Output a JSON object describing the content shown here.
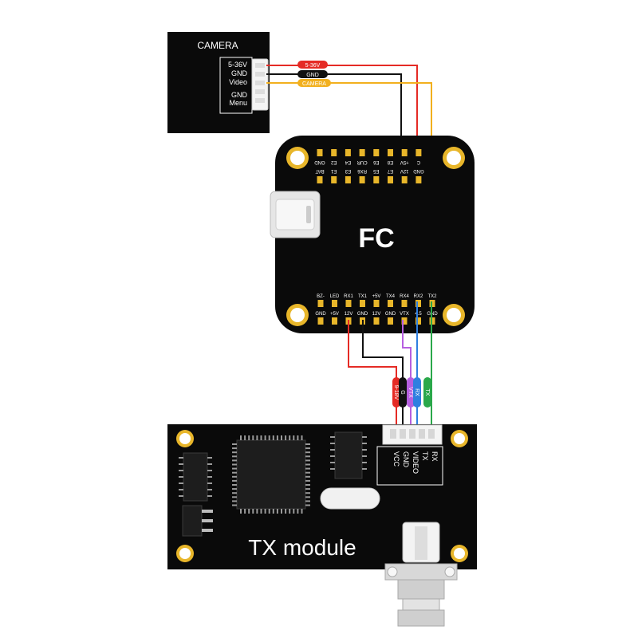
{
  "camera": {
    "title": "CAMERA",
    "pins": [
      "5-36V",
      "GND",
      "Video",
      "",
      "GND",
      "Menu"
    ]
  },
  "camera_wires": [
    {
      "label": "5-36V",
      "color": "#e52b25",
      "text_color": "#ffffff"
    },
    {
      "label": "GND",
      "color": "#111111",
      "text_color": "#ffffff"
    },
    {
      "label": "CAMERA",
      "color": "#f2b01e",
      "text_color": "#ffffff"
    }
  ],
  "fc": {
    "title": "FC",
    "top_row1": [
      "GND",
      "E2",
      "E4",
      "CUR",
      "E6",
      "E8",
      "+5V",
      "C"
    ],
    "top_row2": [
      "BAT",
      "E1",
      "E3",
      "RX6",
      "E5",
      "E7",
      "12V",
      "GND"
    ],
    "bottom_row1": [
      "BZ-",
      "LED",
      "RX1",
      "TX1",
      "+5V",
      "TX4",
      "RX4",
      "RX2",
      "TX2"
    ],
    "bottom_row2": [
      "GND",
      "+5V",
      "12V",
      "GND",
      "12V",
      "GND",
      "VTX",
      "4.5",
      "GND"
    ]
  },
  "vtx_wires": [
    {
      "label": "9-18V",
      "color": "#e52b25",
      "text_color": "#ffffff"
    },
    {
      "label": "G",
      "color": "#111111",
      "text_color": "#ffffff"
    },
    {
      "label": "VTX",
      "color": "#b65fe0",
      "text_color": "#ffffff"
    },
    {
      "label": "RX",
      "color": "#2f7fe0",
      "text_color": "#ffffff"
    },
    {
      "label": "TX",
      "color": "#2aa84a",
      "text_color": "#ffffff"
    }
  ],
  "tx_module": {
    "title": "TX module",
    "pins": [
      "RX",
      "TX",
      "VIDEO",
      "GND",
      "VCC"
    ]
  },
  "colors": {
    "board": "#0a0a0a",
    "pad_gold": "#e8b62a",
    "red": "#e52b25",
    "black": "#111111",
    "yellow": "#f2b01e",
    "purple": "#b65fe0",
    "blue": "#2f7fe0",
    "green": "#2aa84a"
  }
}
